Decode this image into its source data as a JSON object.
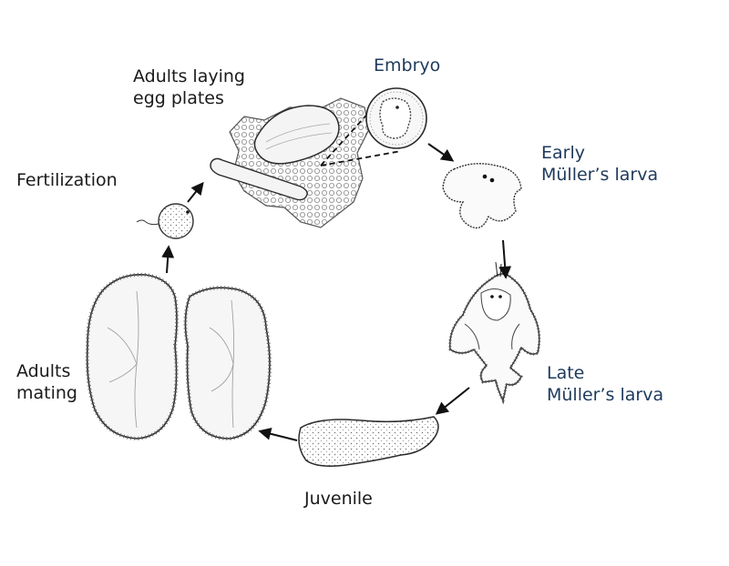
{
  "diagram": {
    "stages": {
      "adults_laying": {
        "line1": "Adults laying",
        "line2": "egg plates"
      },
      "embryo": {
        "line1": "Embryo"
      },
      "early_larva": {
        "line1": "Early",
        "line2": "Müller’s larva"
      },
      "fertilization": {
        "line1": "Fertilization"
      },
      "late_larva": {
        "line1": "Late",
        "line2": "Müller’s larva"
      },
      "adults_mating": {
        "line1": "Adults",
        "line2": "mating"
      },
      "juvenile": {
        "line1": "Juvenile"
      }
    },
    "colors": {
      "text": "#1a1a1a",
      "accent_text": "#1e3a5c",
      "stroke": "#2b2b2b",
      "fill": "#f4f4f4"
    }
  }
}
